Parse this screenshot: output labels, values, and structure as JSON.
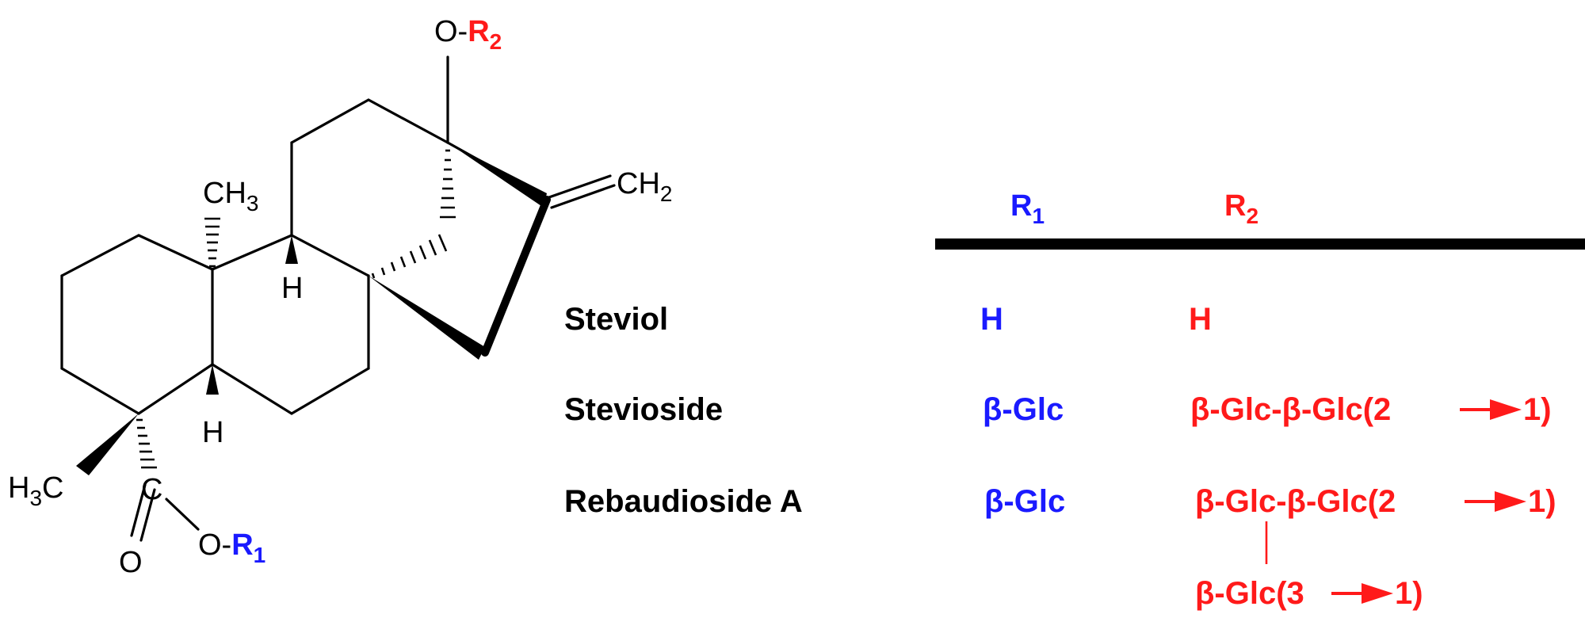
{
  "structure": {
    "top_group_o": "O-",
    "top_group_r": "R",
    "top_group_r_sub": "2",
    "methylene": "CH",
    "methylene_sub": "2",
    "methyl_top": "CH",
    "methyl_top_sub": "3",
    "h_upper": "H",
    "h_lower": "H",
    "methyl_left_h": "H",
    "methyl_left_sub": "3",
    "methyl_left_c": "C",
    "carbon": "C",
    "oxygen": "O",
    "ester_o": "O-",
    "ester_r": "R",
    "ester_r_sub": "1"
  },
  "table": {
    "header_r1": "R",
    "header_r1_sub": "1",
    "header_r2": "R",
    "header_r2_sub": "2",
    "rows": [
      {
        "name": "Steviol",
        "r1": "H",
        "r2": "H"
      },
      {
        "name": "Stevioside",
        "r1": "β-Glc",
        "r2_prefix": "β-Glc-β-Glc(2",
        "r2_suffix": "1)"
      },
      {
        "name": "Rebaudioside A",
        "r1": "β-Glc",
        "r2_prefix": "β-Glc-β-Glc(2",
        "r2_suffix": "1)",
        "branch_prefix": "β-Glc(3",
        "branch_suffix": "1)"
      }
    ]
  },
  "colors": {
    "r1": "#1a1aff",
    "r2": "#ff1a1a",
    "structure": "#000000"
  }
}
